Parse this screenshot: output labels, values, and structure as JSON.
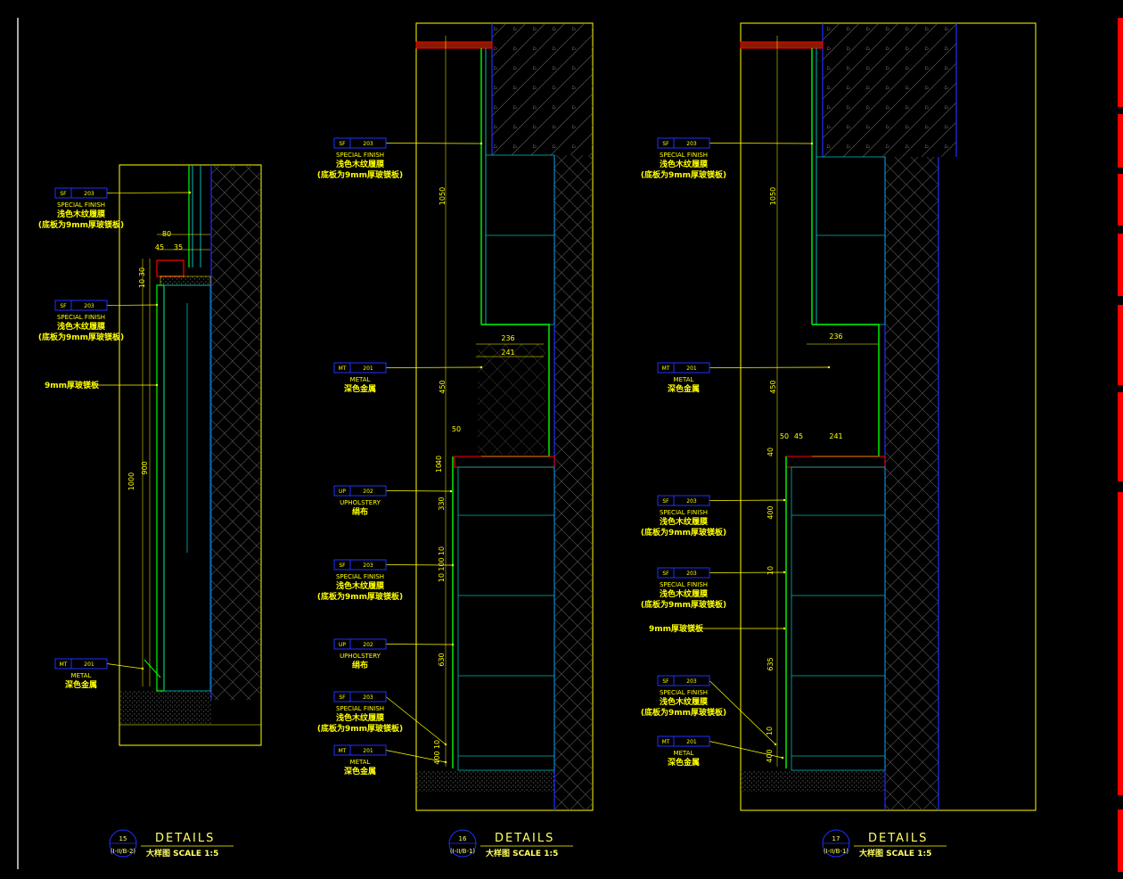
{
  "details": [
    {
      "number": "15",
      "ref": "(I-II/B-2)",
      "title": "DETAILS",
      "subtitle": "大样图 SCALE 1:5",
      "dims": [
        "80",
        "45",
        "35",
        "30",
        "10",
        "1000",
        "900"
      ],
      "tags": [
        {
          "code": "SF",
          "no": "203",
          "en": "SPECIAL FINISH",
          "cn": "浅色木纹履膜",
          "cn2": "(底板为9mm厚玻镁板)"
        },
        {
          "code": "SF",
          "no": "203",
          "en": "SPECIAL FINISH",
          "cn": "浅色木纹履膜",
          "cn2": "(底板为9mm厚玻镁板)"
        },
        {
          "code": "",
          "no": "",
          "en": "",
          "cn": "9mm厚玻镁板",
          "cn2": ""
        },
        {
          "code": "MT",
          "no": "201",
          "en": "METAL",
          "cn": "深色金属",
          "cn2": ""
        }
      ]
    },
    {
      "number": "16",
      "ref": "(I-II/B-1)",
      "title": "DETAILS",
      "subtitle": "大样图 SCALE 1:5",
      "dims": [
        "1050",
        "236",
        "241",
        "450",
        "50",
        "40",
        "10",
        "330",
        "10",
        "100",
        "10",
        "630",
        "10",
        "400"
      ],
      "tags": [
        {
          "code": "SF",
          "no": "203",
          "en": "SPECIAL FINISH",
          "cn": "浅色木纹履膜",
          "cn2": "(底板为9mm厚玻镁板)"
        },
        {
          "code": "MT",
          "no": "201",
          "en": "METAL",
          "cn": "深色金属",
          "cn2": ""
        },
        {
          "code": "UP",
          "no": "202",
          "en": "UPHOLSTERY",
          "cn": "绢布",
          "cn2": ""
        },
        {
          "code": "SF",
          "no": "203",
          "en": "SPECIAL FINISH",
          "cn": "浅色木纹履膜",
          "cn2": "(底板为9mm厚玻镁板)"
        },
        {
          "code": "UP",
          "no": "202",
          "en": "UPHOLSTERY",
          "cn": "绢布",
          "cn2": ""
        },
        {
          "code": "SF",
          "no": "203",
          "en": "SPECIAL FINISH",
          "cn": "浅色木纹履膜",
          "cn2": "(底板为9mm厚玻镁板)"
        },
        {
          "code": "MT",
          "no": "201",
          "en": "METAL",
          "cn": "深色金属",
          "cn2": ""
        }
      ]
    },
    {
      "number": "17",
      "ref": "(I-II/B-1)",
      "title": "DETAILS",
      "subtitle": "大样图 SCALE 1:5",
      "dims": [
        "1050",
        "236",
        "450",
        "50",
        "45",
        "241",
        "40",
        "400",
        "10",
        "635",
        "10",
        "400"
      ],
      "tags": [
        {
          "code": "SF",
          "no": "203",
          "en": "SPECIAL FINISH",
          "cn": "浅色木纹履膜",
          "cn2": "(底板为9mm厚玻镁板)"
        },
        {
          "code": "MT",
          "no": "201",
          "en": "METAL",
          "cn": "深色金属",
          "cn2": ""
        },
        {
          "code": "SF",
          "no": "203",
          "en": "SPECIAL FINISH",
          "cn": "浅色木纹履膜",
          "cn2": "(底板为9mm厚玻镁板)"
        },
        {
          "code": "SF",
          "no": "203",
          "en": "SPECIAL FINISH",
          "cn": "浅色木纹履膜",
          "cn2": "(底板为9mm厚玻镁板)"
        },
        {
          "code": "",
          "no": "",
          "en": "",
          "cn": "9mm厚玻镁板",
          "cn2": ""
        },
        {
          "code": "SF",
          "no": "203",
          "en": "SPECIAL FINISH",
          "cn": "浅色木纹履膜",
          "cn2": "(底板为9mm厚玻镁板)"
        },
        {
          "code": "MT",
          "no": "201",
          "en": "METAL",
          "cn": "深色金属",
          "cn2": ""
        }
      ]
    }
  ],
  "colors": {
    "background": "#000000",
    "frame": "#ffff00",
    "cyan": "#00b7b7",
    "blue": "#2030ff",
    "green": "#00ff00",
    "red": "#ff0000",
    "grey": "#808080"
  }
}
